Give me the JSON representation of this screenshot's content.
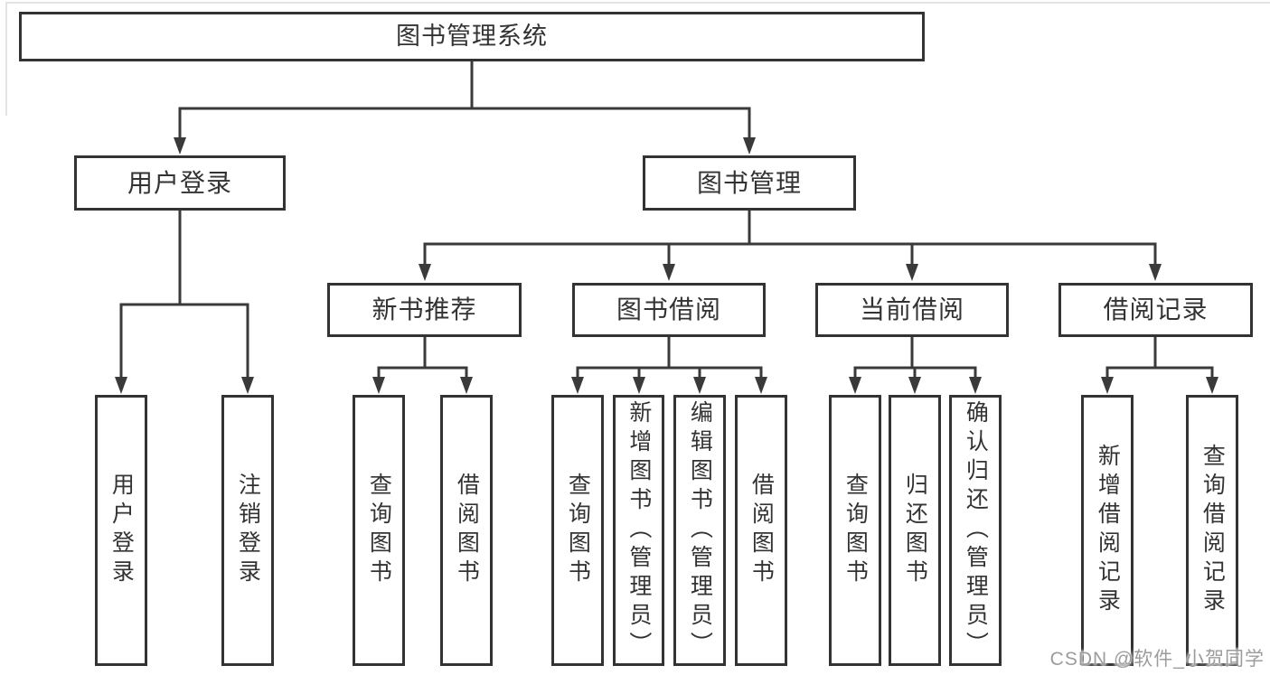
{
  "tree": {
    "root": {
      "label": "图书管理系统",
      "children": [
        {
          "label": "用户登录",
          "children": [
            {
              "label": "用户登录"
            },
            {
              "label": "注销登录"
            }
          ]
        },
        {
          "label": "图书管理",
          "children": [
            {
              "label": "新书推荐",
              "children": [
                {
                  "label": "查询图书"
                },
                {
                  "label": "借阅图书"
                }
              ]
            },
            {
              "label": "图书借阅",
              "children": [
                {
                  "label": "查询图书"
                },
                {
                  "label": "新增图书（管理员）"
                },
                {
                  "label": "编辑图书（管理员）"
                },
                {
                  "label": "借阅图书"
                }
              ]
            },
            {
              "label": "当前借阅",
              "children": [
                {
                  "label": "查询图书"
                },
                {
                  "label": "归还图书"
                },
                {
                  "label": "确认归还（管理员）"
                }
              ]
            },
            {
              "label": "借阅记录",
              "children": [
                {
                  "label": "新增借阅记录"
                },
                {
                  "label": "查询借阅记录"
                }
              ]
            }
          ]
        }
      ]
    }
  },
  "watermark": {
    "text": "CSDN @软件_小贺同学"
  },
  "colors": {
    "line": "#3a3a3a",
    "box_border": "#333333",
    "text": "#333333",
    "background": "#ffffff",
    "watermark": "#9c9c9c"
  }
}
